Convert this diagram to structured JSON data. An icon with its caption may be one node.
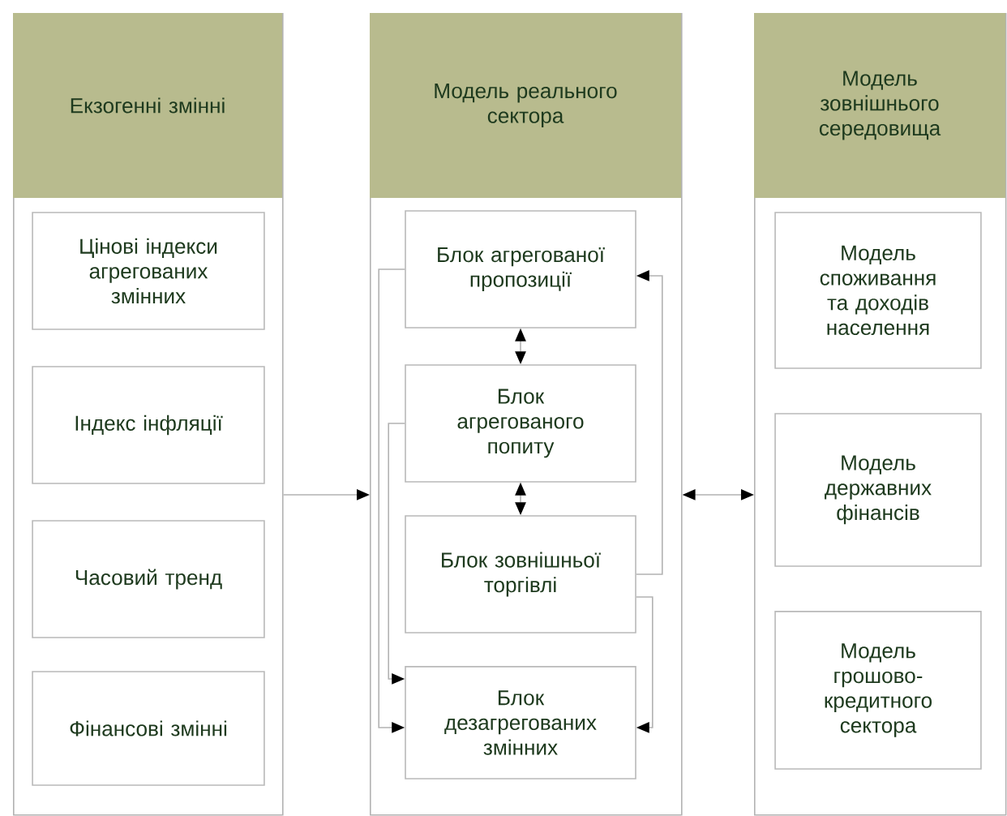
{
  "diagram": {
    "nodes": [
      {
        "text": [
          "Екзогенні змінні"
        ]
      },
      {
        "text": [
          "Цінові індекси агрегованих змінних"
        ],
        "in": 0
      },
      {
        "text": [
          "Індекс інфляції"
        ],
        "in": 0
      },
      {
        "text": [
          "Часовий тренд"
        ],
        "in": 0
      },
      {
        "text": [
          "Фінансові змінні"
        ],
        "in": 0
      },
      {
        "text": [
          "Модель реального сектора"
        ]
      },
      {
        "text": [
          "Блок агрегованої пропозиції"
        ],
        "in": 5
      },
      {
        "text": [
          "Блок агрегованого попиту"
        ],
        "in": 5
      },
      {
        "text": [
          "Блок зовнішньої торгівлі"
        ],
        "in": 5
      },
      {
        "text": [
          "Блок дезагрегованих змінних"
        ],
        "in": 5
      },
      {
        "text": [
          "Модель зовнішнього середовища"
        ]
      },
      {
        "text": [
          "Модель споживання та доходів населення"
        ],
        "in": 10
      },
      {
        "text": [
          "Модель державних фінансів"
        ],
        "in": 10
      },
      {
        "text": [
          "Модель грошово-кредитного сектора"
        ],
        "in": 10
      }
    ],
    "edges": [
      {
        "from": 0,
        "to": 5,
        "arrow": "to"
      },
      {
        "from": 5,
        "to": 10,
        "arrow": "both"
      },
      {
        "from": 6,
        "to": 7,
        "arrow": "both"
      },
      {
        "from": 7,
        "to": 8,
        "arrow": "both"
      },
      {
        "from": 8,
        "to": 6,
        "arrow": "to"
      },
      {
        "from": 6,
        "to": 9,
        "arrow": "to"
      },
      {
        "from": 7,
        "to": 9,
        "arrow": "to"
      },
      {
        "from": 8,
        "to": 9,
        "arrow": "to"
      }
    ]
  }
}
